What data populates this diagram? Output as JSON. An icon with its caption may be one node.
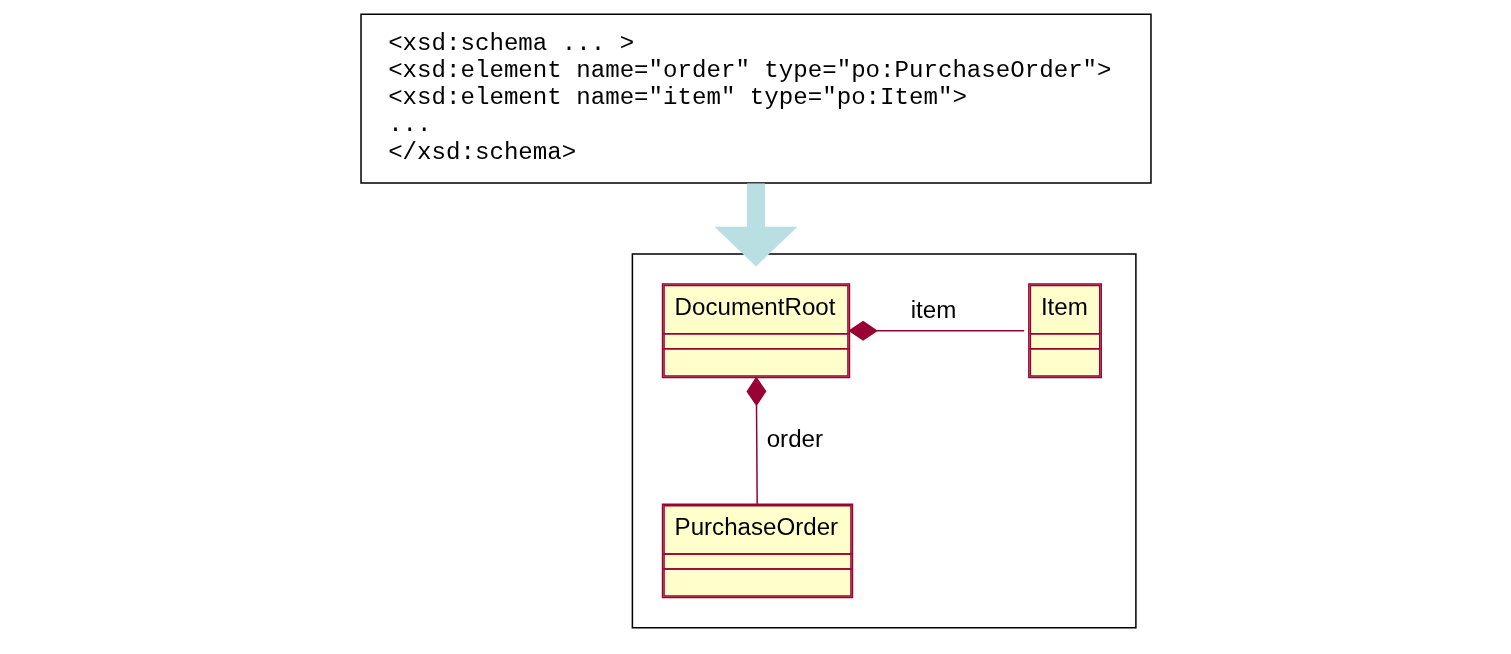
{
  "diagram": {
    "nodes": [
      {
        "text": [
          "<xsd:schema ... >",
          "<xsd:element name=\"order\" type=\"po:PurchaseOrder\">",
          "<xsd:element name=\"item\" type=\"po:Item\">",
          "...",
          "</xsd:schema>"
        ]
      },
      {
        "text": [],
        "shape": "box"
      },
      {
        "text": [
          "DocumentRoot"
        ],
        "in": 1
      },
      {
        "text": [
          "Item"
        ],
        "in": 1
      },
      {
        "text": [
          "PurchaseOrder"
        ],
        "in": 1
      }
    ],
    "edges": [
      {
        "from": 0,
        "to": 1,
        "arrow": "to",
        "style": "thick",
        "color": "#b9dfe3"
      },
      {
        "from": 2,
        "to": 3,
        "arrow": "other",
        "label": "item"
      },
      {
        "from": 2,
        "to": 4,
        "arrow": "other",
        "label": "order"
      }
    ]
  }
}
